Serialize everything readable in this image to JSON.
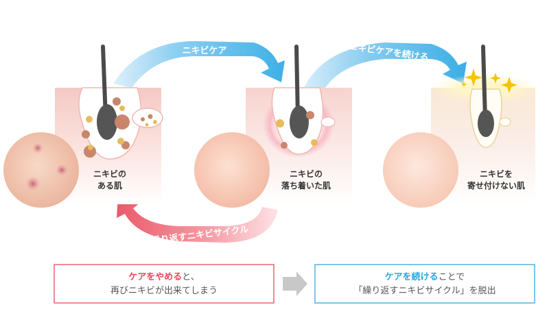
{
  "labels": {
    "stage1": [
      "ニキビの",
      "ある肌"
    ],
    "stage2": [
      "ニキビの",
      "落ち着いた肌"
    ],
    "stage3": [
      "ニキビを",
      "寄せ付けない肌"
    ]
  },
  "arrows": {
    "care": "ニキビケア",
    "continue_care": "ニキビケアを続ける",
    "repeat_cycle": "繰り返すニキビサイクル"
  },
  "boxes": {
    "stop": {
      "emphasis": "ケアをやめる",
      "rest": "と、",
      "line2": "再びニキビが出来てしまう"
    },
    "continue": {
      "emphasis": "ケアを続ける",
      "rest": "ことで",
      "line2": "「繰り返すニキビサイクル」を脱出"
    }
  },
  "colors": {
    "red": "#e8465a",
    "blue": "#2aa5dd",
    "skin_pink": "#f7cdc9",
    "bump": "#c9866a",
    "sparkle": "#f5c400"
  }
}
